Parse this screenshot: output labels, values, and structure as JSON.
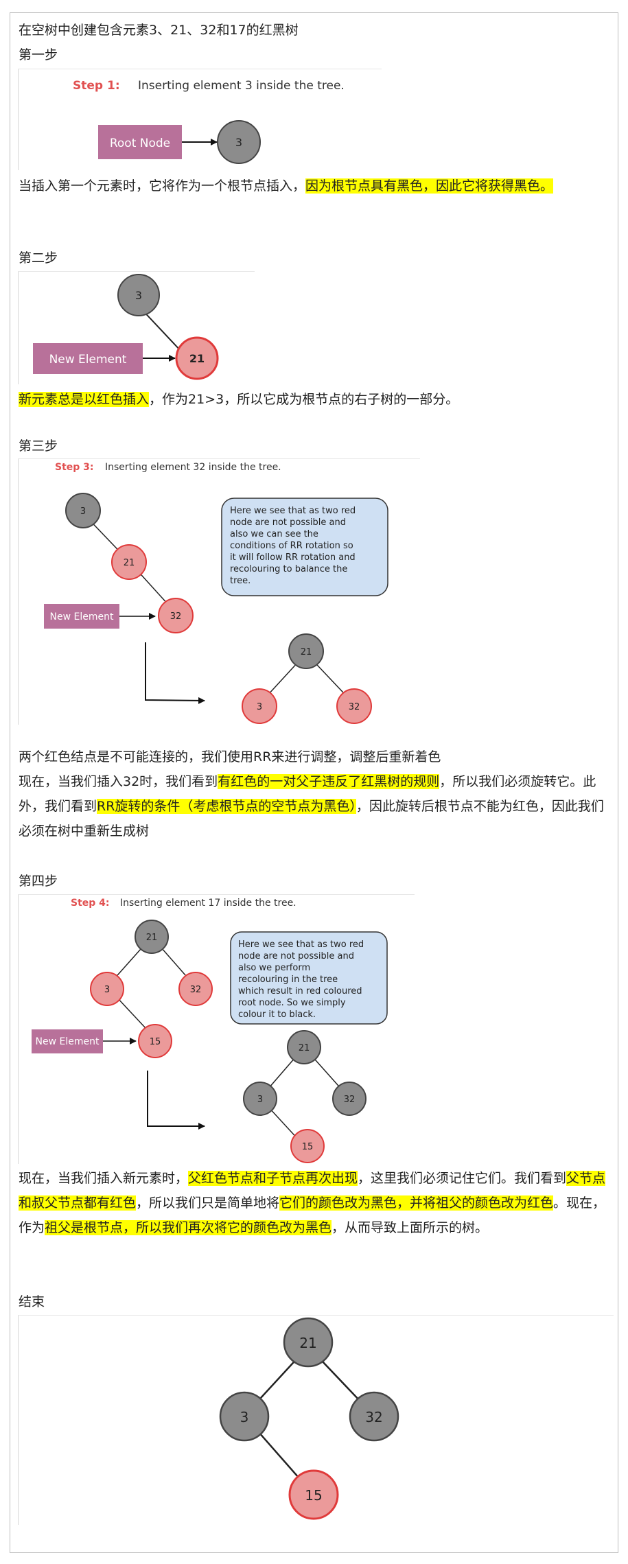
{
  "title": "在空树中创建包含元素3、21、32和17的红黑树",
  "steps": [
    {
      "heading": "第一步",
      "figure": {
        "step_label": "Step 1:",
        "caption": "Inserting element 3 inside the tree.",
        "box_label": "Root Node",
        "nodes": [
          "3"
        ]
      },
      "paragraph": [
        {
          "text": "当插入第一个元素时，它将作为一个根节点插入，",
          "hl": false
        },
        {
          "text": "因为根节点具有黑色，因此它将获得黑色。",
          "hl": true
        }
      ]
    },
    {
      "heading": "第二步",
      "figure": {
        "box_label": "New Element",
        "nodes": [
          "3",
          "21"
        ]
      },
      "paragraph": [
        {
          "text": "新元素总是以红色插入",
          "hl": true
        },
        {
          "text": "，作为21>3，所以它成为根节点的右子树的一部分。",
          "hl": false
        }
      ]
    },
    {
      "heading": "第三步",
      "figure": {
        "step_label": "Step 3:",
        "caption": "Inserting element 32 inside the tree.",
        "box_label": "New Element",
        "note": "Here we see that as two red node are not possible and also we can see the conditions of RR rotation so it will follow RR rotation and recolouring to balance the tree.",
        "nodes": [
          "3",
          "21",
          "32"
        ],
        "result_nodes": [
          "21",
          "3",
          "32"
        ]
      },
      "line1": "两个红色结点是不可能连接的，我们使用RR来进行调整，调整后重新着色",
      "paragraph": [
        {
          "text": "现在，当我们插入32时，我们看到",
          "hl": false
        },
        {
          "text": "有红色的一对父子违反了红黑树的规则",
          "hl": true
        },
        {
          "text": "，所以我们必须旋转它。此外，我们看到",
          "hl": false
        },
        {
          "text": "RR旋转的条件（考虑根节点的空节点为黑色）",
          "hl": true
        },
        {
          "text": "，因此旋转后根节点不能为红色，因此我们必须在树中重新生成树",
          "hl": false
        }
      ]
    },
    {
      "heading": "第四步",
      "figure": {
        "step_label": "Step 4:",
        "caption": "Inserting element 17 inside the tree.",
        "box_label": "New Element",
        "note": "Here we see that as two red node are not possible and also we perform recolouring in the tree which result in red coloured root node. So we simply colour it to black.",
        "nodes": [
          "21",
          "3",
          "32",
          "15"
        ],
        "result_nodes": [
          "21",
          "3",
          "32",
          "15"
        ]
      },
      "paragraph": [
        {
          "text": "现在，当我们插入新元素时，",
          "hl": false
        },
        {
          "text": "父红色节点和子节点再次出现",
          "hl": true
        },
        {
          "text": "，这里我们必须记住它们。我们看到",
          "hl": false
        },
        {
          "text": "父节点和叔父节点都有红色",
          "hl": true
        },
        {
          "text": "，所以我们只是简单地将",
          "hl": false
        },
        {
          "text": "它们的颜色改为黑色，并将祖父的颜色改为红色",
          "hl": true
        },
        {
          "text": "。现在，作为",
          "hl": false
        },
        {
          "text": "祖父是根节点，所以我们再次将它的颜色改为黑色",
          "hl": true
        },
        {
          "text": "，从而导致上面所示的树。",
          "hl": false
        }
      ]
    },
    {
      "heading": "结束",
      "figure": {
        "nodes": [
          "21",
          "3",
          "32",
          "15"
        ]
      }
    }
  ],
  "colors": {
    "black_node": "#8c8c8c",
    "red_node": "#eb9a9a",
    "red_stroke": "#e03a3a",
    "box": "#b8719a",
    "step_label": "#e15050",
    "note_bg": "#cfe0f3",
    "highlight": "#ffff00"
  }
}
